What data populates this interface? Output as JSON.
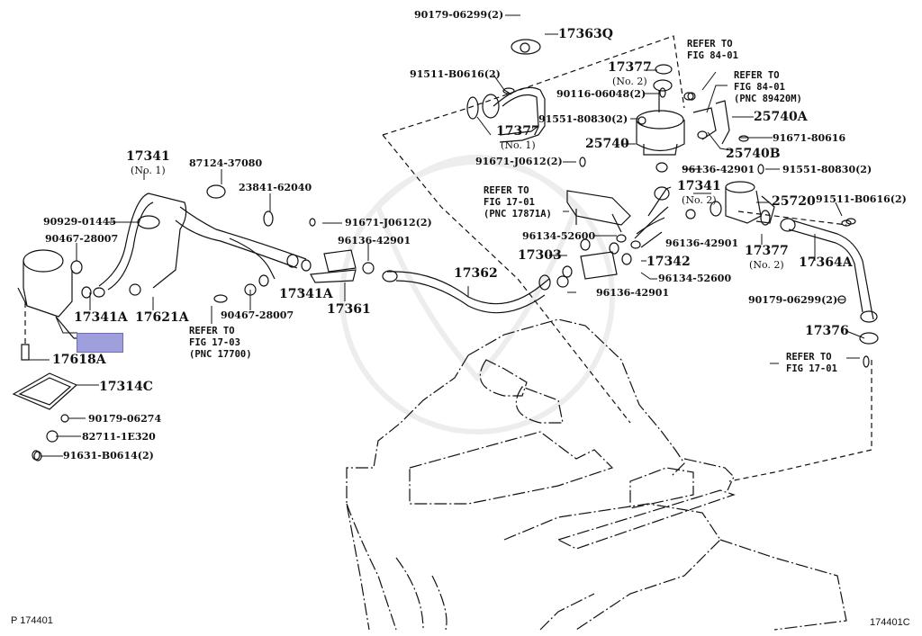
{
  "diagram": {
    "figure_code": "174401C",
    "page_ref": "P 174401",
    "highlight_color": "#9f9fdc",
    "line_color": "#111111",
    "callouts": [
      {
        "id": "c1",
        "text": "90179-06299(2)"
      },
      {
        "id": "c2",
        "text": "17363Q"
      },
      {
        "id": "c3",
        "text": "91511-B0616(2)"
      },
      {
        "id": "c4",
        "text": "17377",
        "sub": "(No. 1)"
      },
      {
        "id": "c5",
        "text": "17377",
        "sub": "(No. 2)"
      },
      {
        "id": "c6",
        "text": "90116-06048(2)"
      },
      {
        "id": "c7",
        "text": "91551-80830(2)"
      },
      {
        "id": "c8",
        "text": "25740"
      },
      {
        "id": "c9",
        "text": "25740A"
      },
      {
        "id": "c10",
        "text": "91671-80616"
      },
      {
        "id": "c11",
        "text": "25740B"
      },
      {
        "id": "c12",
        "text": "96136-42901"
      },
      {
        "id": "c13",
        "text": "91551-80830(2)"
      },
      {
        "id": "c14",
        "text": "17341",
        "sub": "(No. 2)"
      },
      {
        "id": "c15",
        "text": "25720"
      },
      {
        "id": "c16",
        "text": "91511-B0616(2)"
      },
      {
        "id": "c17",
        "text": "17377",
        "sub": "(No. 2)"
      },
      {
        "id": "c18",
        "text": "17364A"
      },
      {
        "id": "c19",
        "text": "91671-J0612(2)"
      },
      {
        "id": "c20",
        "text": "96136-42901"
      },
      {
        "id": "c21",
        "text": "96134-52600"
      },
      {
        "id": "c22",
        "text": "17303"
      },
      {
        "id": "c23",
        "text": "17342"
      },
      {
        "id": "c24",
        "text": "96134-52600"
      },
      {
        "id": "c25",
        "text": "96136-42901"
      },
      {
        "id": "c26",
        "text": "90179-06299(2)"
      },
      {
        "id": "c27",
        "text": "17376"
      },
      {
        "id": "c28",
        "text": "17341",
        "sub": "(No. 1)"
      },
      {
        "id": "c29",
        "text": "87124-37080"
      },
      {
        "id": "c30",
        "text": "23841-62040"
      },
      {
        "id": "c31",
        "text": "90929-01445"
      },
      {
        "id": "c32",
        "text": "90467-28007"
      },
      {
        "id": "c33",
        "text": "17341A"
      },
      {
        "id": "c34",
        "text": "17621A"
      },
      {
        "id": "c35",
        "text": "91671-J0612(2)"
      },
      {
        "id": "c36",
        "text": "96136-42901"
      },
      {
        "id": "c37",
        "text": "17341A"
      },
      {
        "id": "c38",
        "text": "17361"
      },
      {
        "id": "c39",
        "text": "17362"
      },
      {
        "id": "c40",
        "text": "90467-28007"
      },
      {
        "id": "c41",
        "text": "17618A"
      },
      {
        "id": "c42",
        "text": "17314C"
      },
      {
        "id": "c43",
        "text": "90179-06274"
      },
      {
        "id": "c44",
        "text": "82711-1E320"
      },
      {
        "id": "c45",
        "text": "91631-B0614(2)"
      }
    ],
    "references": [
      {
        "id": "r1",
        "lines": [
          "REFER TO",
          "FIG 84-01"
        ]
      },
      {
        "id": "r2",
        "lines": [
          "REFER TO",
          "FIG 84-01",
          "(PNC 89420M)"
        ]
      },
      {
        "id": "r3",
        "lines": [
          "REFER TO",
          "FIG 17-01",
          "(PNC 17871A)"
        ]
      },
      {
        "id": "r4",
        "lines": [
          "REFER TO",
          "FIG 17-03",
          "(PNC 17700)"
        ]
      },
      {
        "id": "r5",
        "lines": [
          "REFER TO",
          "FIG 17-01"
        ]
      }
    ]
  }
}
